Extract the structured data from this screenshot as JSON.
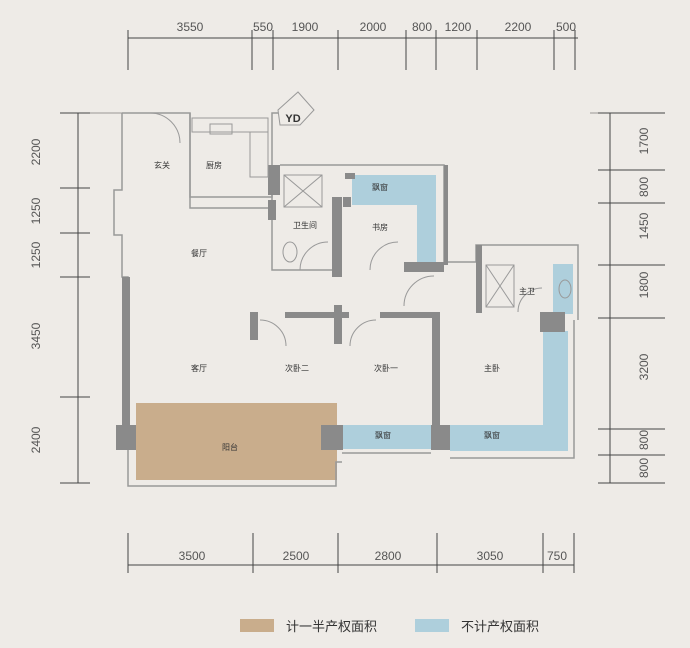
{
  "dimensions": {
    "top": [
      "3550",
      "550",
      "1900",
      "2000",
      "800",
      "1200",
      "2200",
      "500"
    ],
    "bottom": [
      "3500",
      "2500",
      "2800",
      "3050",
      "750"
    ],
    "left": [
      "2200",
      "1250",
      "1250",
      "3450",
      "2400"
    ],
    "right": [
      "1700",
      "800",
      "1450",
      "1800",
      "3200",
      "800",
      "800"
    ]
  },
  "rooms": {
    "entrance": "玄关",
    "kitchen": "厨房",
    "yd": "YD",
    "public_bath": "卫生间",
    "study": "书房",
    "dining": "餐厅",
    "living": "客厅",
    "bedroom2": "次卧二",
    "bedroom1": "次卧一",
    "master": "主卧",
    "master_bath": "主卫",
    "main_balcony": "阳台",
    "bay1": "飘窗",
    "bay2": "飘窗",
    "bay3": "飘窗"
  },
  "colors": {
    "half_area": "#c9ad8c",
    "no_area": "#aecfdc",
    "wall": "#8a8a8a"
  },
  "legend": [
    {
      "label": "计一半产权面积",
      "color": "#c9ad8c"
    },
    {
      "label": "不计产权面积",
      "color": "#aecfdc"
    }
  ]
}
